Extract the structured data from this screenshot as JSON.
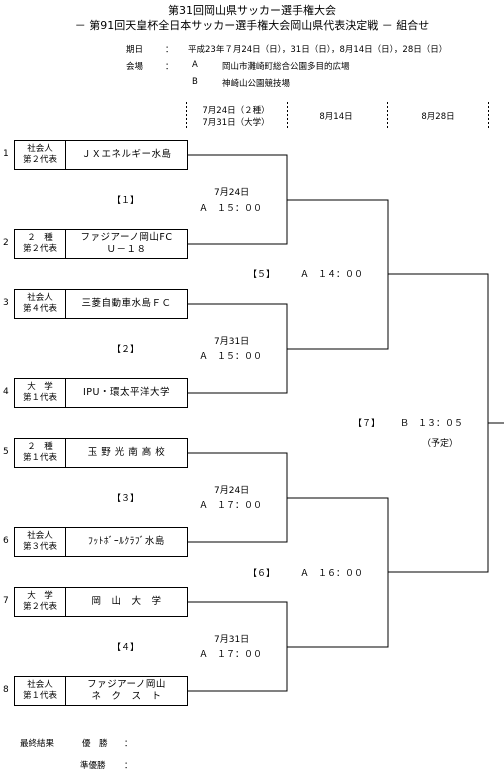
{
  "header": {
    "title": "第31回岡山県サッカー選手権大会",
    "subtitle": "－ 第91回天皇杯全日本サッカー選手権大会岡山県代表決定戦 － 組合せ",
    "period_label": "期日",
    "period_sep": "：",
    "period_value": "平成23年７月24日（日），31日（日），8月14日（日），28日（日）",
    "venue_label": "会場",
    "venue_sep": "：",
    "venues": [
      {
        "code": "A",
        "name": "岡山市灘崎町総合公園多目的広場"
      },
      {
        "code": "B",
        "name": "神崎山公園競技場"
      }
    ]
  },
  "rounds": [
    {
      "line1": "7月24日（２種）",
      "line2": "7月31日（大学）"
    },
    {
      "line1": "8月14日",
      "line2": ""
    },
    {
      "line1": "8月28日",
      "line2": ""
    }
  ],
  "teams": [
    {
      "num": "1",
      "cat1": "社会人",
      "cat2": "第２代表",
      "name1": "ＪＸエネルギー水島",
      "name2": ""
    },
    {
      "num": "2",
      "cat1": "２　種",
      "cat2": "第２代表",
      "name1": "ファジアーノ岡山FC",
      "name2": "Ｕ－１８"
    },
    {
      "num": "3",
      "cat1": "社会人",
      "cat2": "第４代表",
      "name1": "三菱自動車水島ＦＣ",
      "name2": ""
    },
    {
      "num": "4",
      "cat1": "大　学",
      "cat2": "第１代表",
      "name1": "IPU・環太平洋大学",
      "name2": ""
    },
    {
      "num": "5",
      "cat1": "２　種",
      "cat2": "第１代表",
      "name1": "玉 野 光 南 高 校",
      "name2": ""
    },
    {
      "num": "6",
      "cat1": "社会人",
      "cat2": "第３代表",
      "name1": "ﾌｯﾄﾎﾞｰﾙｸﾗﾌﾞ水島",
      "name2": ""
    },
    {
      "num": "7",
      "cat1": "大　学",
      "cat2": "第２代表",
      "name1": "岡　山　大　学",
      "name2": ""
    },
    {
      "num": "8",
      "cat1": "社会人",
      "cat2": "第１代表",
      "name1": "ファジアーノ岡山",
      "name2": "ネ　ク　ス　ト"
    }
  ],
  "matches": [
    {
      "id": "【１】",
      "date": "7月24日",
      "time": "Ａ　１５：００"
    },
    {
      "id": "【２】",
      "date": "7月31日",
      "time": "Ａ　１５：００"
    },
    {
      "id": "【３】",
      "date": "7月24日",
      "time": "Ａ　１７：００"
    },
    {
      "id": "【４】",
      "date": "7月31日",
      "time": "Ａ　１７：００"
    },
    {
      "id": "【５】",
      "date": "",
      "time": "Ａ　１４：００"
    },
    {
      "id": "【６】",
      "date": "",
      "time": "Ａ　１６：００"
    },
    {
      "id": "【７】",
      "date": "",
      "time": "Ｂ　１３：０５",
      "note": "（予定）"
    }
  ],
  "results": {
    "label": "最終結果",
    "winner_label": "優　勝",
    "runner_up_label": "準優勝",
    "sep": "："
  }
}
